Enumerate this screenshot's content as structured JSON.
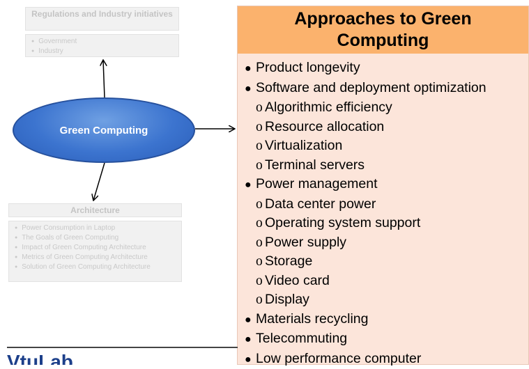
{
  "regulations": {
    "title": "Regulations and Industry initiatives",
    "items": [
      "Government",
      "Industry"
    ]
  },
  "center": {
    "label": "Green Computing"
  },
  "architecture": {
    "title": "Architecture",
    "items": [
      "Power Consumption in Laptop",
      "The Goals of Green Computing",
      "Impact of Green Computing Architecture",
      "Metrics of Green Computing Architecture",
      "Solution of Green Computing Architecture"
    ]
  },
  "approaches": {
    "title": "Approaches to Green Computing",
    "items": [
      {
        "level": 1,
        "text": "Product longevity"
      },
      {
        "level": 1,
        "text": "Software and deployment optimization"
      },
      {
        "level": 2,
        "text": "Algorithmic efficiency"
      },
      {
        "level": 2,
        "text": "Resource allocation"
      },
      {
        "level": 2,
        "text": "Virtualization"
      },
      {
        "level": 2,
        "text": "Terminal servers"
      },
      {
        "level": 1,
        "text": "Power management"
      },
      {
        "level": 2,
        "text": "Data center power"
      },
      {
        "level": 2,
        "text": "Operating system support"
      },
      {
        "level": 2,
        "text": "Power supply"
      },
      {
        "level": 2,
        "text": "Storage"
      },
      {
        "level": 2,
        "text": "Video card"
      },
      {
        "level": 2,
        "text": "Display"
      },
      {
        "level": 1,
        "text": "Materials recycling"
      },
      {
        "level": 1,
        "text": "Telecommuting"
      },
      {
        "level": 1,
        "text": "Low performance computer"
      }
    ]
  },
  "footer": {
    "logo_text": "VtuLab"
  },
  "colors": {
    "header_bg": "#fbb26d",
    "panel_bg": "#fce5da",
    "ellipse_fill": "#3c74cf"
  }
}
